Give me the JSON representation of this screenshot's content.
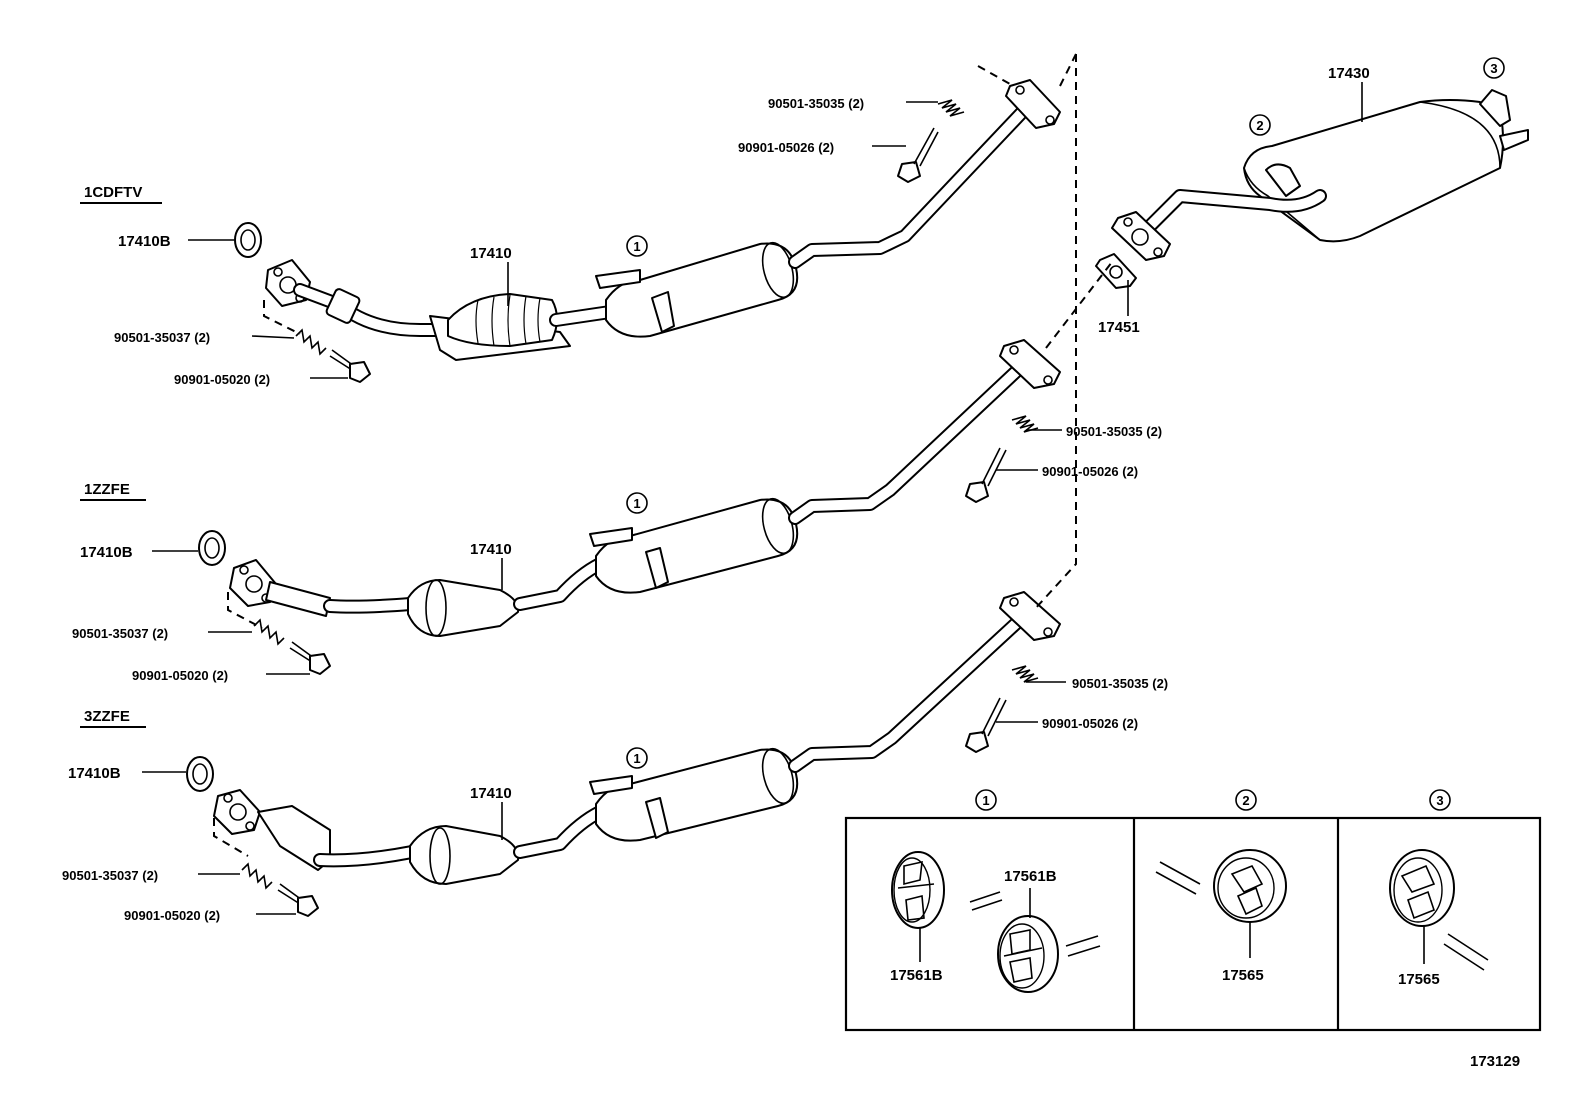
{
  "sections": {
    "s1": "1CDFTV",
    "s2": "1ZZFE",
    "s3": "3ZZFE"
  },
  "labels": {
    "p_17410B_a": "17410B",
    "p_17410_a": "17410",
    "p_90501_35037_a": "90501-35037 (2)",
    "p_90901_05020_a": "90901-05020 (2)",
    "p_90501_35035_a": "90501-35035 (2)",
    "p_90901_05026_a": "90901-05026 (2)",
    "p_17430": "17430",
    "p_17451": "17451",
    "p_17410B_b": "17410B",
    "p_17410_b": "17410",
    "p_90501_35037_b": "90501-35037 (2)",
    "p_90901_05020_b": "90901-05020 (2)",
    "p_90501_35035_b": "90501-35035 (2)",
    "p_90901_05026_b": "90901-05026 (2)",
    "p_17410B_c": "17410B",
    "p_17410_c": "17410",
    "p_90501_35037_c": "90501-35037 (2)",
    "p_90901_05020_c": "90901-05020 (2)",
    "p_90501_35035_c": "90501-35035 (2)",
    "p_90901_05026_c": "90901-05026 (2)",
    "p_17561B_a": "17561B",
    "p_17561B_b": "17561B",
    "p_17565_a": "17565",
    "p_17565_b": "17565",
    "diagram_id": "173129"
  },
  "callouts": {
    "c1": "1",
    "c2": "2",
    "c3": "3"
  }
}
